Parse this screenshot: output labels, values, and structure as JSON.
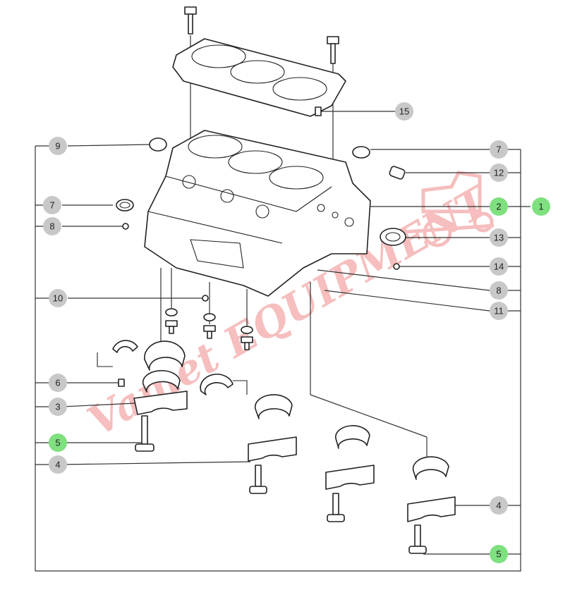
{
  "diagram": {
    "watermark": "Vamet EQUIPMENT",
    "colors": {
      "callout_default": "#c8c8c8",
      "callout_highlight": "#7ee07e",
      "watermark": "#f3b3b3"
    },
    "callouts": [
      {
        "id": "c9",
        "label": "9",
        "highlight": false
      },
      {
        "id": "c7a",
        "label": "7",
        "highlight": false
      },
      {
        "id": "c8a",
        "label": "8",
        "highlight": false
      },
      {
        "id": "c10",
        "label": "10",
        "highlight": false
      },
      {
        "id": "c6",
        "label": "6",
        "highlight": false
      },
      {
        "id": "c3",
        "label": "3",
        "highlight": false
      },
      {
        "id": "c5a",
        "label": "5",
        "highlight": true
      },
      {
        "id": "c4a",
        "label": "4",
        "highlight": false
      },
      {
        "id": "c15",
        "label": "15",
        "highlight": false
      },
      {
        "id": "c7b",
        "label": "7",
        "highlight": false
      },
      {
        "id": "c12",
        "label": "12",
        "highlight": false
      },
      {
        "id": "c2",
        "label": "2",
        "highlight": true
      },
      {
        "id": "c1",
        "label": "1",
        "highlight": true
      },
      {
        "id": "c13",
        "label": "13",
        "highlight": false
      },
      {
        "id": "c14",
        "label": "14",
        "highlight": false
      },
      {
        "id": "c8b",
        "label": "8",
        "highlight": false
      },
      {
        "id": "c11",
        "label": "11",
        "highlight": false
      },
      {
        "id": "c4b",
        "label": "4",
        "highlight": false
      },
      {
        "id": "c5b",
        "label": "5",
        "highlight": true
      }
    ]
  }
}
